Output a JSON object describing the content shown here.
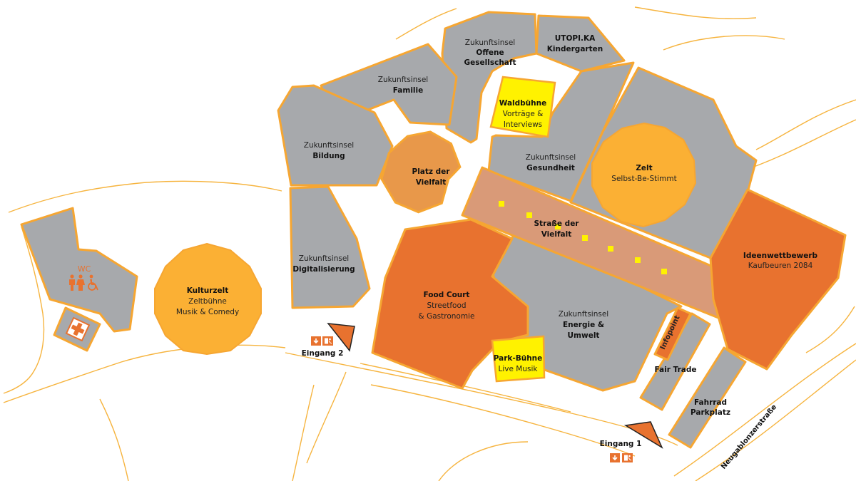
{
  "map": {
    "areas": {
      "offene": {
        "line1": "Zukunftsinsel",
        "line2": "Offene",
        "line3": "Gesellschaft"
      },
      "utopika": {
        "line1": "UTOPI.KA",
        "line2": "Kindergarten"
      },
      "familie": {
        "line1": "Zukunftsinsel",
        "line2": "Familie"
      },
      "bildung": {
        "line1": "Zukunftsinsel",
        "line2": "Bildung"
      },
      "waldbuehne": {
        "line1": "Waldbühne",
        "line2": "Vorträge &",
        "line3": "Interviews"
      },
      "gesundheit": {
        "line1": "Zukunftsinsel",
        "line2": "Gesundheit"
      },
      "platz": {
        "line1": "Platz der",
        "line2": "Vielfalt"
      },
      "zelt": {
        "line1": "Zelt",
        "line2": "Selbst-Be-Stimmt"
      },
      "strasse": {
        "line1": "Straße der",
        "line2": "Vielfalt"
      },
      "digitalisierung": {
        "line1": "Zukunftsinsel",
        "line2": "Digitalisierung"
      },
      "ideenwettbewerb": {
        "line1": "Ideenwettbewerb",
        "line2": "Kaufbeuren 2084"
      },
      "foodcourt": {
        "line1": "Food Court",
        "line2": "Streetfood",
        "line3": "& Gastronomie"
      },
      "energie": {
        "line1": "Zukunftsinsel",
        "line2": "Energie &",
        "line3": "Umwelt"
      },
      "kulturzelt": {
        "line1": "Kulturzelt",
        "line2": "Zeltbühne",
        "line3": "Musik & Comedy"
      },
      "wc": {
        "line1": "WC"
      },
      "parkbuehne": {
        "line1": "Park-Bühne",
        "line2": "Live Musik"
      },
      "infopoint": {
        "line1": "Infopoint"
      },
      "fairtrade": {
        "line1": "Fair Trade"
      },
      "fahrrad": {
        "line1": "Fahrrad",
        "line2": "Parkplatz"
      }
    },
    "entrances": {
      "eingang2": "Eingang 2",
      "eingang1": "Eingang 1"
    },
    "street": "Neugablonzerstraße",
    "icons": [
      "toilet-icon",
      "first-aid-icon",
      "exit-icon",
      "entrance-arrow-icon"
    ],
    "colors": {
      "zone_grey": "#a7a9ac",
      "zone_outline": "#f6a632",
      "tent_yellow": "#fbb034",
      "area_orange": "#e8722f",
      "stage_yellow": "#fff200",
      "street_pink": "#d99a78",
      "road_line": "#f6b43f"
    }
  }
}
